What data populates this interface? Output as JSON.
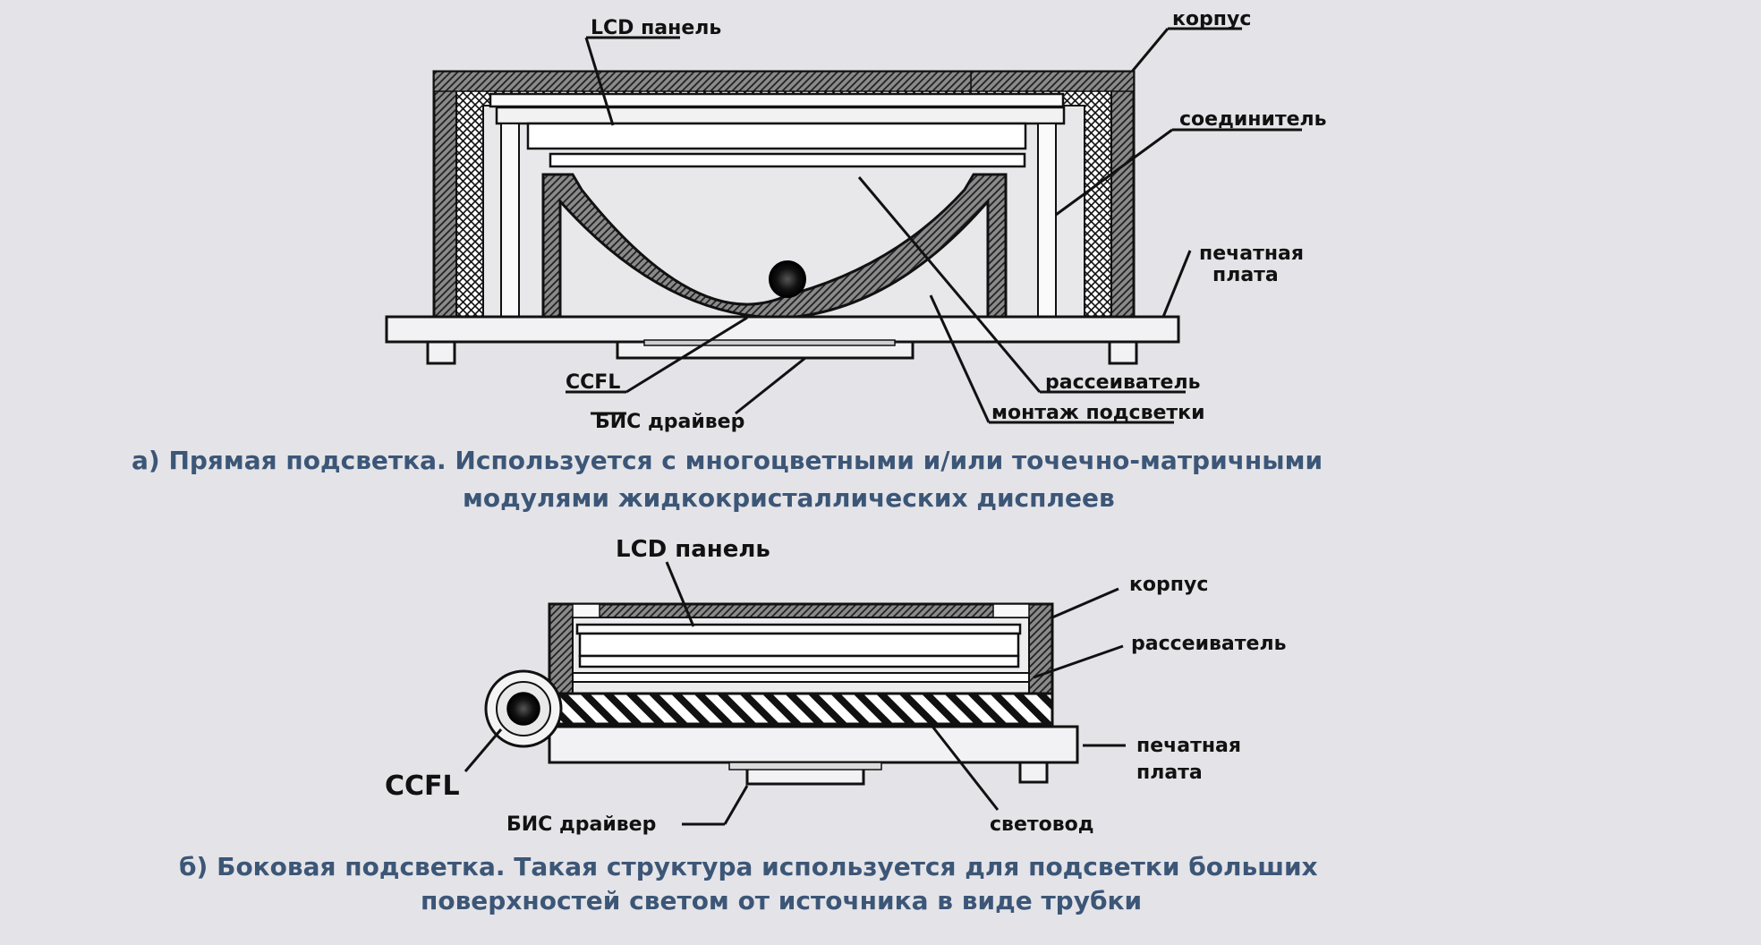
{
  "diagram_a": {
    "labels": {
      "lcd_panel": "LCD панель",
      "case": "корпус",
      "connector": "соединитель",
      "pcb_line1": "печатная",
      "pcb_line2": "плата",
      "ccfl": "CCFL",
      "driver": "БИС драйвер",
      "diffuser": "рассеиватель",
      "backlight_mount": "монтаж подсветки"
    },
    "caption_line1": "а) Прямая подсветка. Используется с многоцветными и/или точечно-матричными",
    "caption_line2": "модулями жидкокристаллических дисплеев"
  },
  "diagram_b": {
    "labels": {
      "lcd_panel": "LCD панель",
      "case": "корпус",
      "diffuser": "рассеиватель",
      "pcb_line1": "печатная",
      "pcb_line2": "плата",
      "ccfl": "CCFL",
      "driver": "БИС драйвер",
      "light_guide": "световод"
    },
    "caption_line1": "б) Боковая подсветка. Такая структура используется для подсветки больших",
    "caption_line2": "поверхностей светом от источника в виде трубки"
  },
  "colors": {
    "background": "#e4e4e8",
    "ink": "#111111",
    "caption": "#3c5677"
  }
}
